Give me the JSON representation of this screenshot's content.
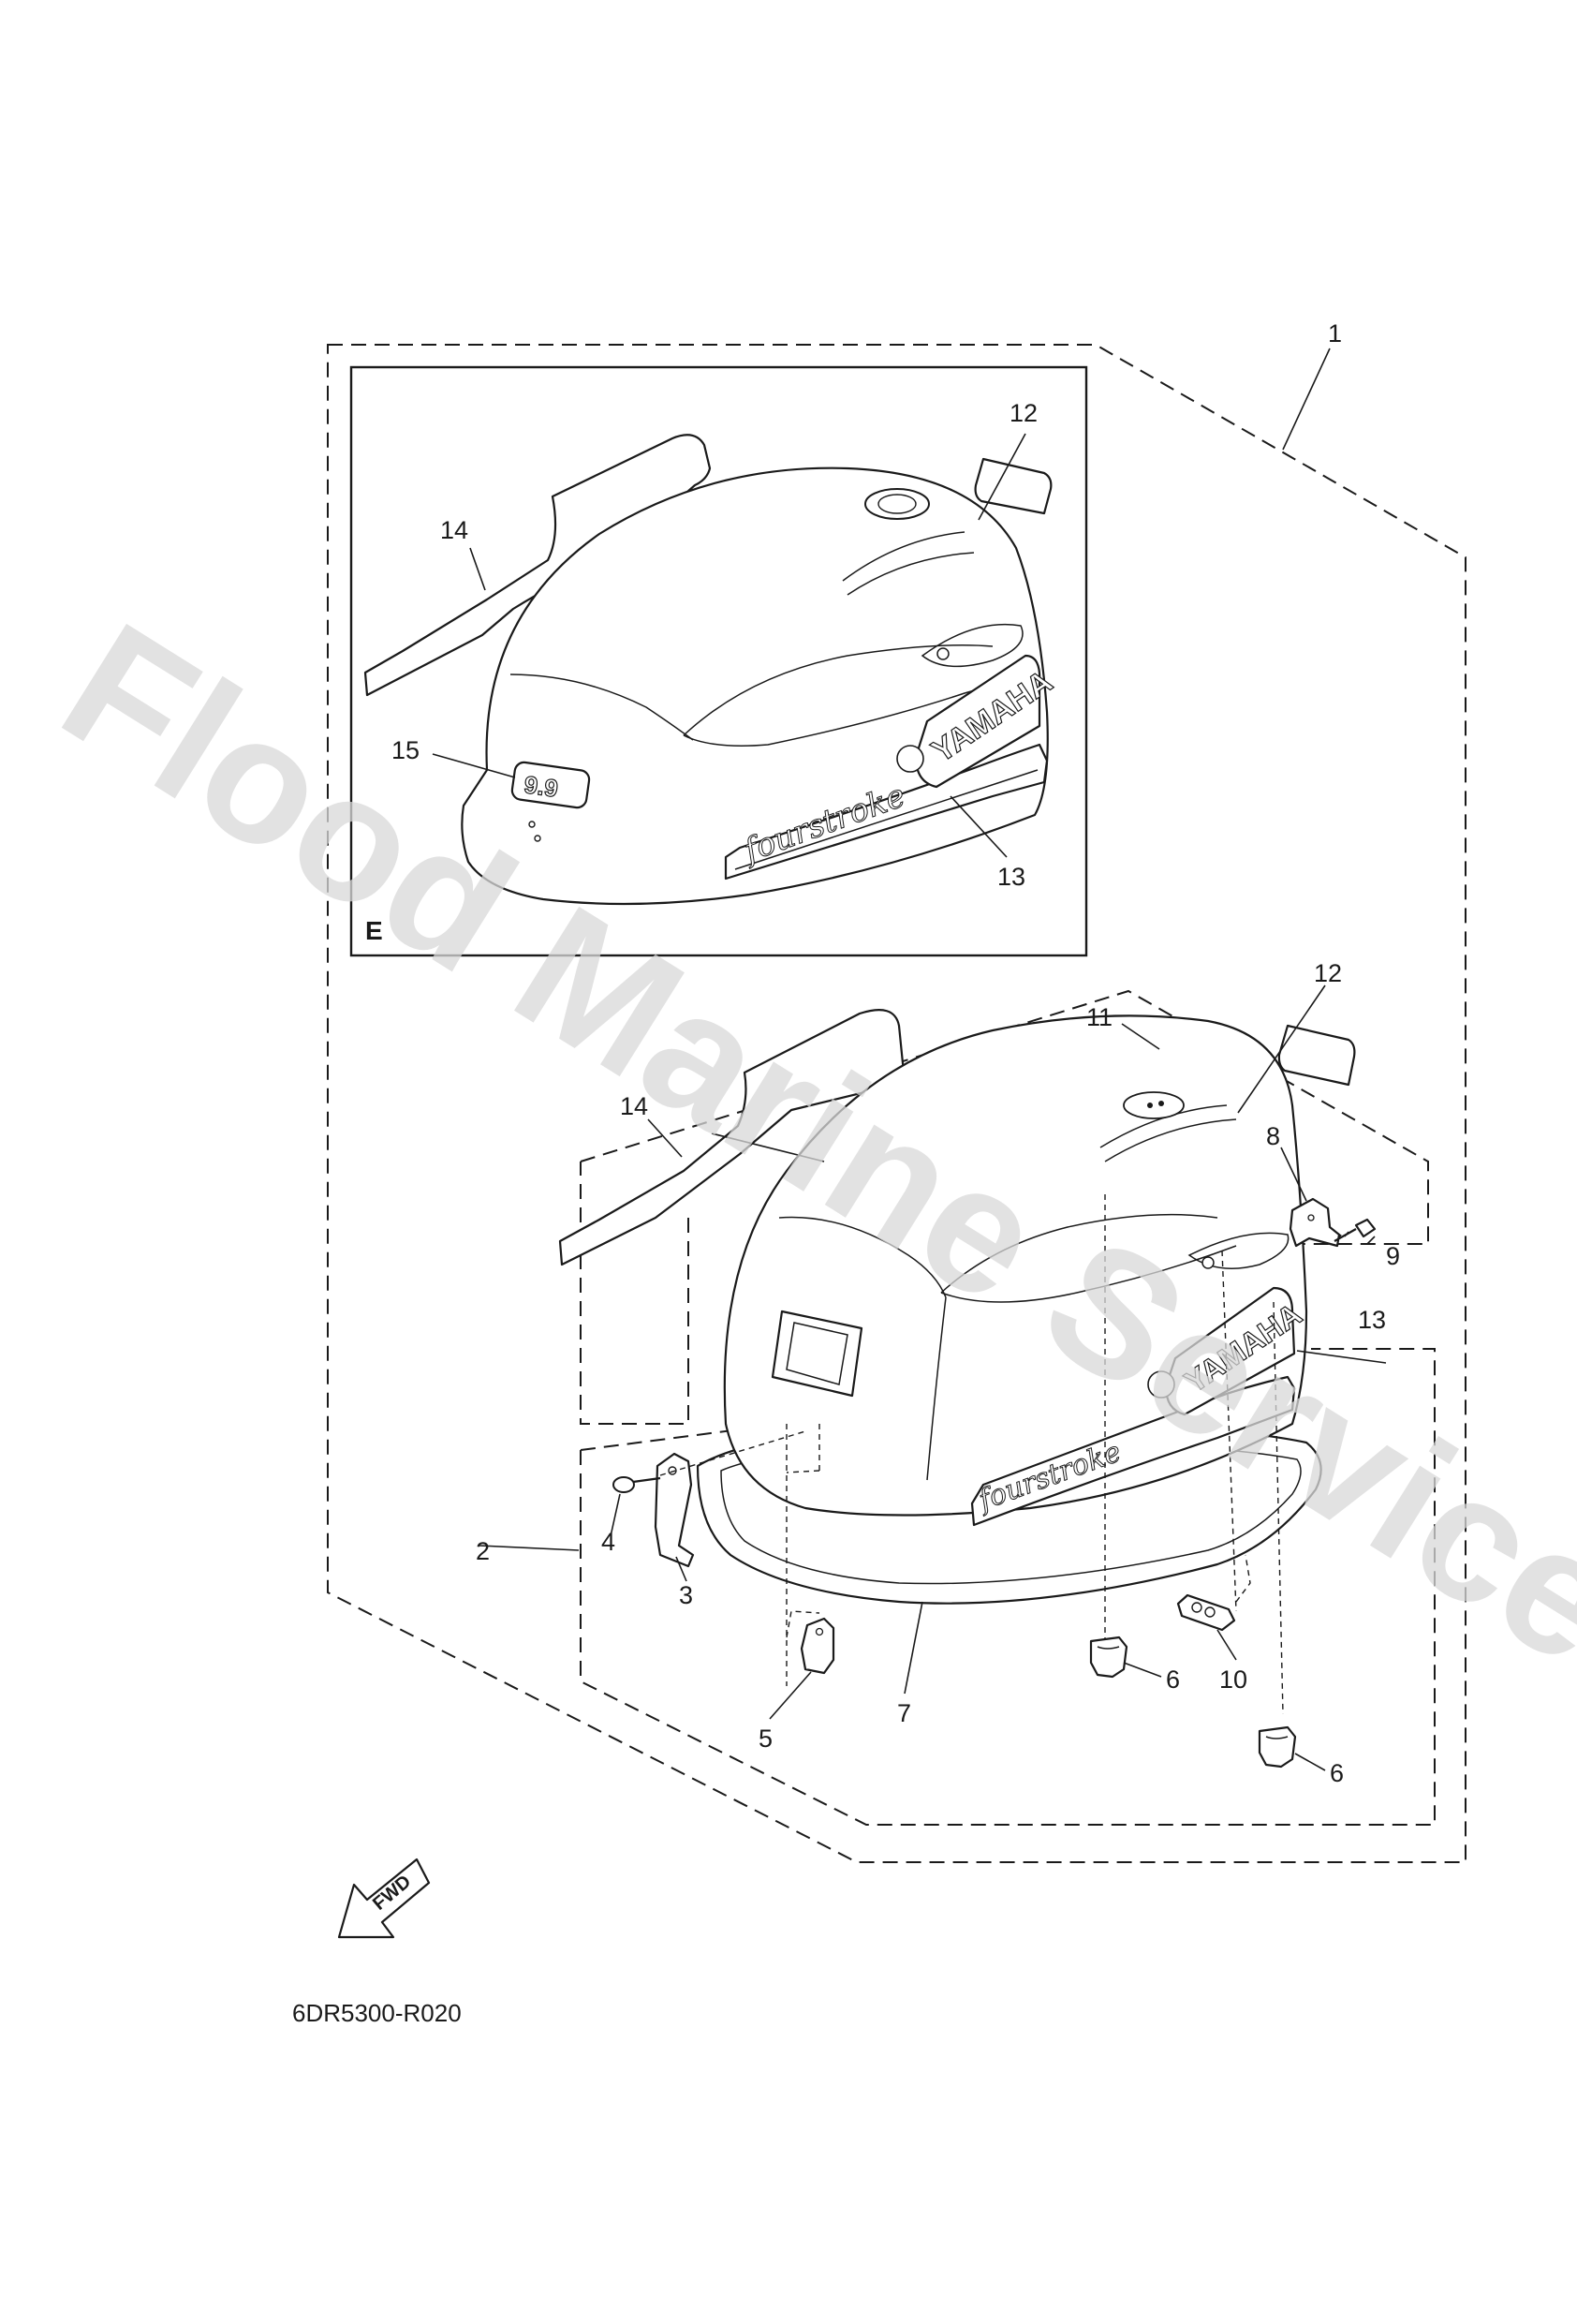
{
  "watermark": "Flood Marine Services",
  "inset_label": "E",
  "drawing_code": "6DR5300-R020",
  "fwd_label": "FWD",
  "decals": {
    "brand": "YAMAHA",
    "script": "fourstroke",
    "model_badge": "9.9"
  },
  "callouts": {
    "c1": "1",
    "c2": "2",
    "c3": "3",
    "c4": "4",
    "c5": "5",
    "c6a": "6",
    "c6b": "6",
    "c7": "7",
    "c8": "8",
    "c9": "9",
    "c10": "10",
    "c11": "11",
    "c12_inset": "12",
    "c12": "12",
    "c13_inset": "13",
    "c13": "13",
    "c14_inset": "14",
    "c14": "14",
    "c15": "15"
  }
}
